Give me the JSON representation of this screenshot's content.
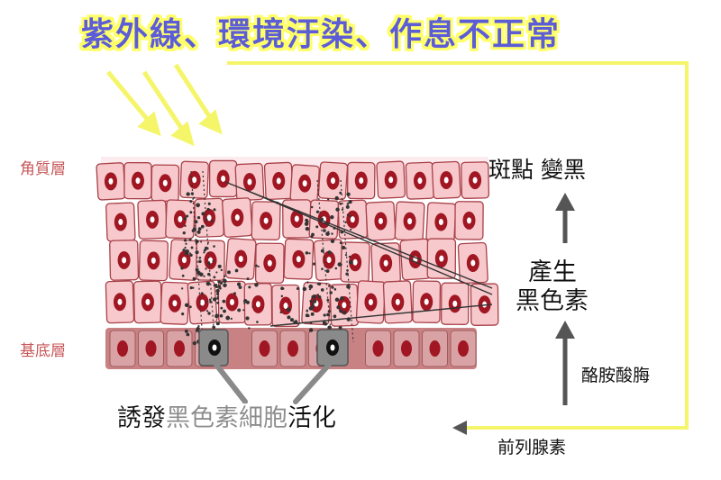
{
  "title": "紫外線、環境汙染、作息不正常",
  "layers": {
    "stratum_corneum": "角質層",
    "basal": "基底層"
  },
  "result_label": "斑點 變黑",
  "produce_line1": "產生",
  "produce_line2": "黑色素",
  "enzyme_label": "酪胺酸脢",
  "precursor_label": "前列腺素",
  "activation": {
    "prefix": "誘發",
    "highlight": "黑色素細胞",
    "suffix": "活化"
  },
  "colors": {
    "title_fill": "#5b5bd6",
    "title_glow": "#ffff66",
    "ray": "#f5f56a",
    "cell_fill": "#f7c9cc",
    "cell_stroke": "#a84048",
    "nucleus": "#a01622",
    "basal_band": "#c98284",
    "basal_cell": "#d9a3a6",
    "melanocyte": "#8a8a8a",
    "layer_label": "#c8585a",
    "arrow": "#555555",
    "highlight_text": "#8c8c8c"
  }
}
